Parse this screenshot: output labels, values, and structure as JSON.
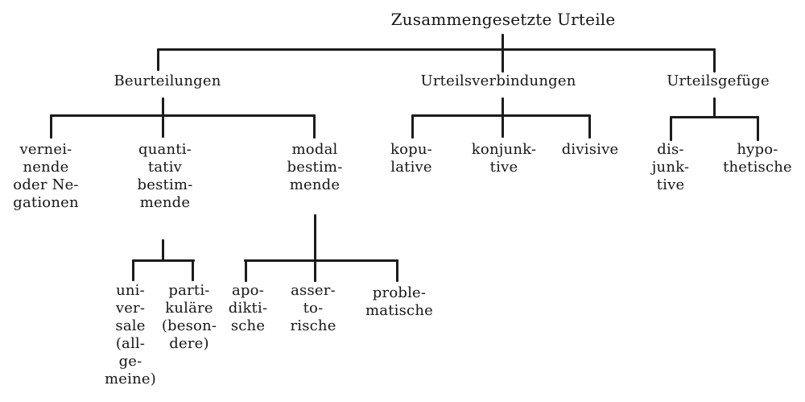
{
  "colors": {
    "ink": "#1c1c1c",
    "background": "#ffffff"
  },
  "tree": {
    "label": "Zusammengesetzte Urteile",
    "children": [
      {
        "label": "Beurteilungen",
        "children": [
          {
            "label": "vernei-\nnende\noder Ne-\ngationen"
          },
          {
            "label": "quanti-\ntativ\nbestim-\nmende",
            "children": [
              {
                "label": "uni-\nver-\nsale\n(all-\nge-\nmeine)"
              },
              {
                "label": "parti-\nkuläre\n(beson-\ndere)"
              }
            ]
          },
          {
            "label": "modal\nbestim-\nmende",
            "children": [
              {
                "label": "apo-\ndikti-\nsche"
              },
              {
                "label": "asser-\nto-\nrische"
              },
              {
                "label": "proble-\nmatische"
              }
            ]
          }
        ]
      },
      {
        "label": "Urteilsverbindungen",
        "children": [
          {
            "label": "kopu-\nlative"
          },
          {
            "label": "konjunk-\ntive"
          },
          {
            "label": "divisive"
          }
        ]
      },
      {
        "label": "Urteilsgefüge",
        "children": [
          {
            "label": "dis-\njunk-\ntive"
          },
          {
            "label": "hypo-\nthetische"
          }
        ]
      }
    ]
  }
}
